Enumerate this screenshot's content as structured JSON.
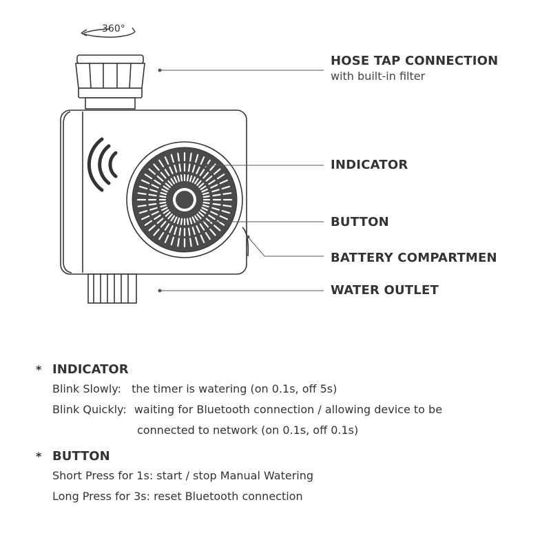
{
  "rotation_label": "360°",
  "callouts": {
    "hose_tap": {
      "title": "HOSE TAP CONNECTION",
      "subtitle": "with built-in filter"
    },
    "indicator": {
      "title": "INDICATOR"
    },
    "button": {
      "title": "BUTTON"
    },
    "battery": {
      "title": "BATTERY COMPARTMEN"
    },
    "water_outlet": {
      "title": "WATER OUTLET"
    }
  },
  "notes": {
    "indicator": {
      "bullet": "*",
      "title": "INDICATOR",
      "slow_label": "Blink Slowly:",
      "slow_text": "the timer is watering (on 0.1s, off 5s)",
      "quick_label": "Blink Quickly:",
      "quick_text": "waiting for Bluetooth connection / allowing device to be",
      "quick_text_cont": "connected to network (on 0.1s, off 0.1s)"
    },
    "button": {
      "bullet": "*",
      "title": "BUTTON",
      "short_press": "Short Press for 1s: start / stop Manual Watering",
      "long_press": "Long Press for 3s: reset Bluetooth connection"
    }
  },
  "colors": {
    "line": "#333333",
    "dial": "#4a4a4a",
    "text": "#333333"
  }
}
